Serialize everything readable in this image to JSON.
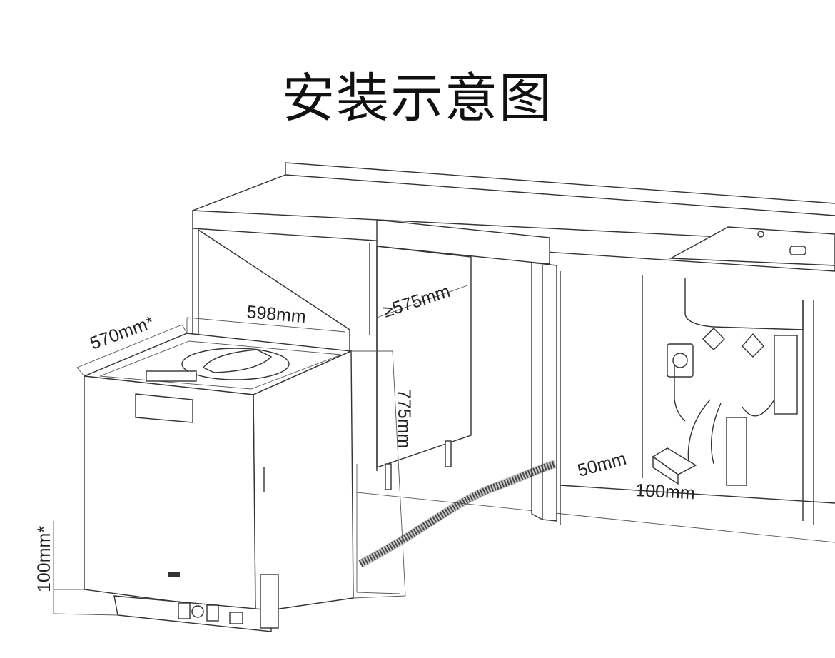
{
  "title": "安装示意图",
  "dimensions": {
    "depth": "570mm*",
    "width": "598mm",
    "cabinet_depth": "≥575mm",
    "height": "775mm",
    "foot_height": "100mm*",
    "outlet_width": "50mm",
    "outlet_length": "100mm"
  },
  "colors": {
    "line": "#333333",
    "background": "#ffffff"
  }
}
